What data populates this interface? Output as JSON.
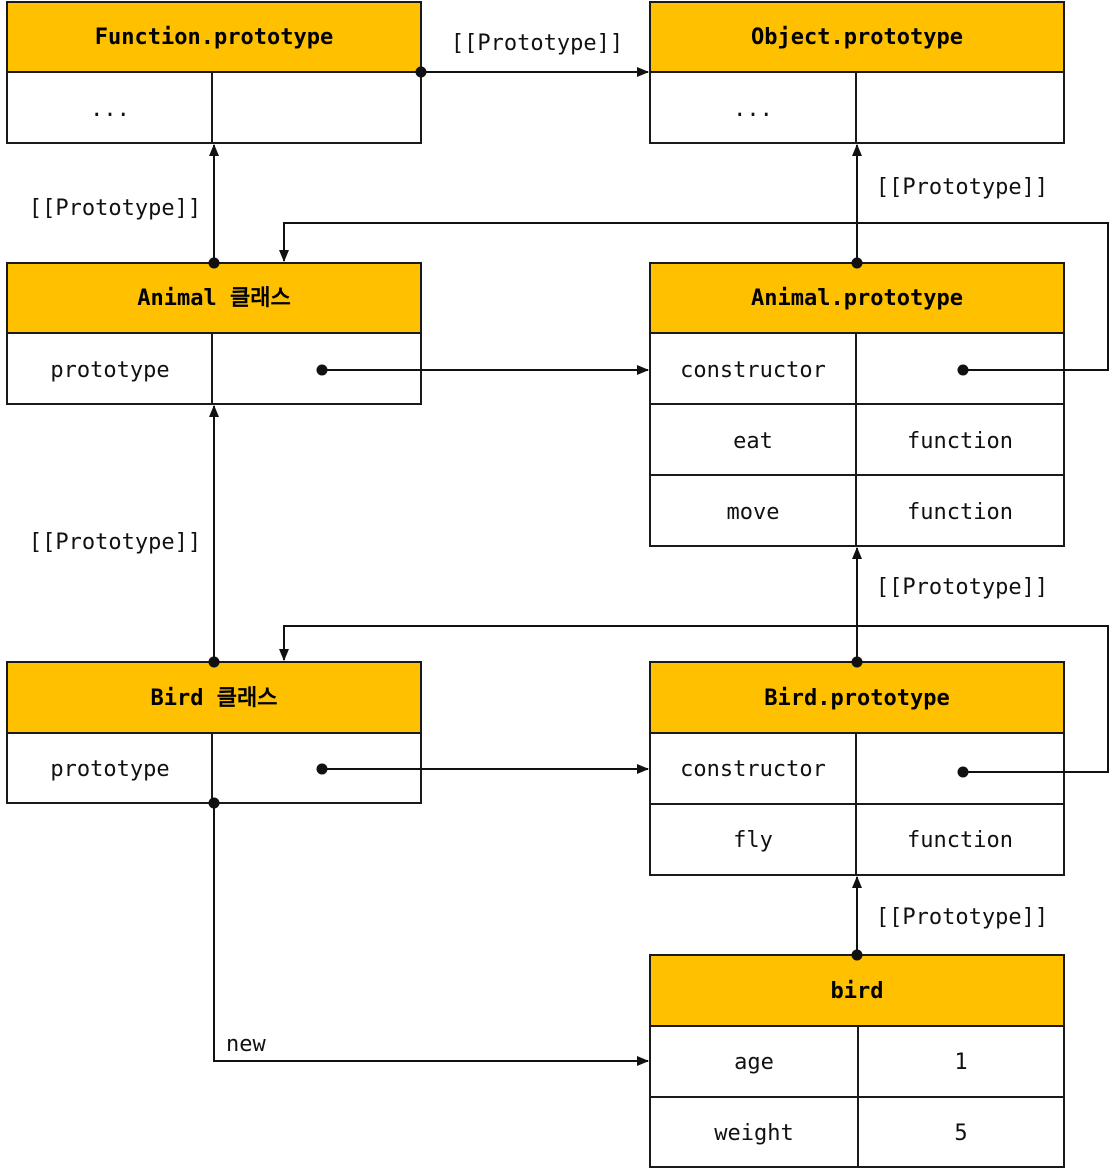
{
  "colors": {
    "header": "#FFC000",
    "cell": "#FFFFFF",
    "line": "#111111"
  },
  "boxes": {
    "function_proto": {
      "title": "Function.prototype",
      "rows": [
        [
          "...",
          ""
        ]
      ]
    },
    "object_proto": {
      "title": "Object.prototype",
      "rows": [
        [
          "...",
          ""
        ]
      ]
    },
    "animal_class": {
      "title": "Animal 클래스",
      "rows": [
        [
          "prototype",
          ""
        ]
      ]
    },
    "animal_proto": {
      "title": "Animal.prototype",
      "rows": [
        [
          "constructor",
          ""
        ],
        [
          "eat",
          "function"
        ],
        [
          "move",
          "function"
        ]
      ]
    },
    "bird_class": {
      "title": "Bird 클래스",
      "rows": [
        [
          "prototype",
          ""
        ]
      ]
    },
    "bird_proto": {
      "title": "Bird.prototype",
      "rows": [
        [
          "constructor",
          ""
        ],
        [
          "fly",
          "function"
        ]
      ]
    },
    "bird_instance": {
      "title": "bird",
      "rows": [
        [
          "age",
          "1"
        ],
        [
          "weight",
          "5"
        ]
      ]
    }
  },
  "labels": {
    "fp_to_op": "[[Prototype]]",
    "ac_to_fp": "[[Prototype]]",
    "ap_to_op": "[[Prototype]]",
    "bc_to_ac": "[[Prototype]]",
    "bp_to_ap": "[[Prototype]]",
    "bi_to_bp": "[[Prototype]]",
    "new": "new"
  }
}
